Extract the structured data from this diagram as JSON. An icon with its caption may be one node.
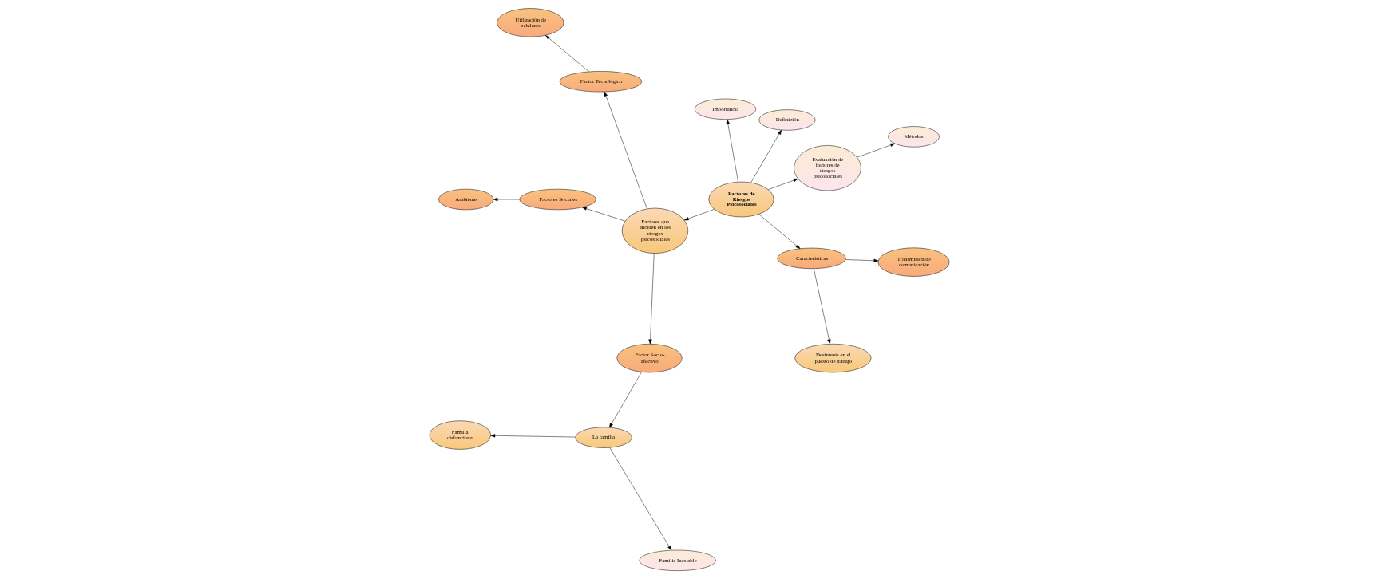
{
  "diagram": {
    "nodes": [
      {
        "text": [
          "Factores de Riesgos Psicosociales"
        ]
      },
      {
        "text": [
          "Métodos"
        ]
      },
      {
        "text": [
          "Evaluación de factores de riesgos psicosociales"
        ]
      },
      {
        "text": [
          "Definición"
        ]
      },
      {
        "text": [
          "Importancia"
        ]
      },
      {
        "text": [
          "Factores que inciden en los riesgos psicosociales"
        ]
      },
      {
        "text": [
          "Desinterés en el puesto de trabajo"
        ]
      },
      {
        "text": [
          "Factor Tecnológico"
        ]
      },
      {
        "text": [
          "Utilización de celulares"
        ]
      },
      {
        "text": [
          "Características"
        ]
      },
      {
        "text": [
          "Factores Sociales"
        ]
      },
      {
        "text": [
          "Factor Socio-afectivo"
        ]
      },
      {
        "text": [
          "Transmisión de comunicación"
        ]
      },
      {
        "text": [
          "Ambiente"
        ]
      },
      {
        "text": [
          "La familia"
        ]
      },
      {
        "text": [
          "Familia disfuncional"
        ]
      },
      {
        "text": [
          "Familia Inestable"
        ]
      }
    ],
    "edges": [
      {
        "from": 0,
        "to": 2,
        "arrow": "to"
      },
      {
        "from": 2,
        "to": 1,
        "arrow": "to"
      },
      {
        "from": 0,
        "to": 3,
        "arrow": "to"
      },
      {
        "from": 0,
        "to": 4,
        "arrow": "to"
      },
      {
        "from": 0,
        "to": 5,
        "arrow": "to"
      },
      {
        "from": 0,
        "to": 9,
        "arrow": "to"
      },
      {
        "from": 9,
        "to": 6,
        "arrow": "to"
      },
      {
        "from": 9,
        "to": 12,
        "arrow": "to"
      },
      {
        "from": 5,
        "to": 7,
        "arrow": "to"
      },
      {
        "from": 7,
        "to": 8,
        "arrow": "to"
      },
      {
        "from": 5,
        "to": 11,
        "arrow": "to"
      },
      {
        "from": 5,
        "to": 10,
        "arrow": "to"
      },
      {
        "from": 10,
        "to": 13,
        "arrow": "to"
      },
      {
        "from": 11,
        "to": 14,
        "arrow": "to"
      },
      {
        "from": 14,
        "to": 15,
        "arrow": "to"
      },
      {
        "from": 14,
        "to": 16,
        "arrow": "to"
      }
    ]
  }
}
